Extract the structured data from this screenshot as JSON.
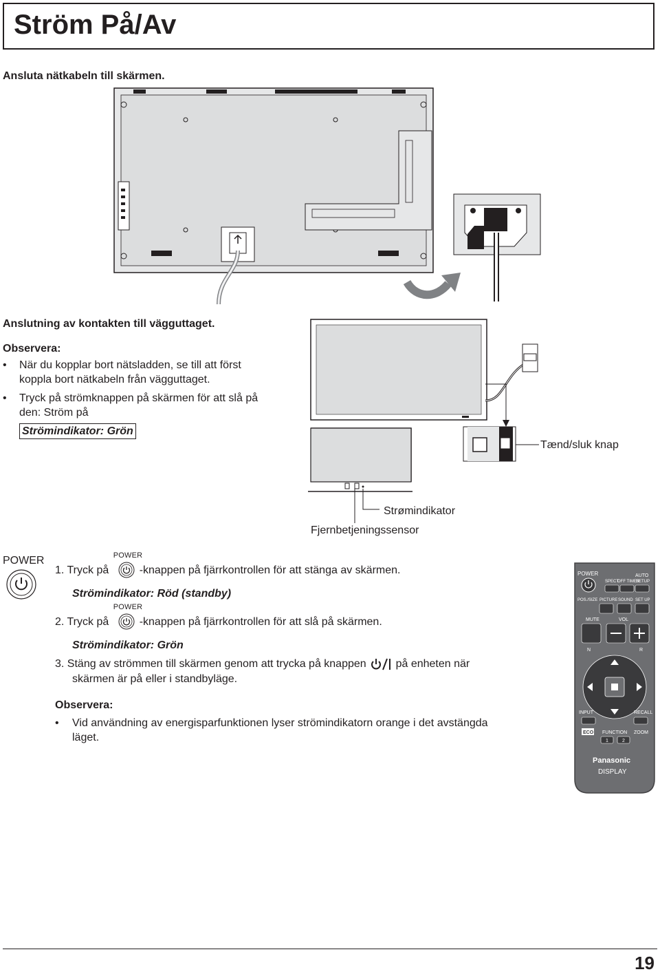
{
  "page": {
    "title": "Ström På/Av",
    "page_number": "19"
  },
  "section1": {
    "heading": "Ansluta nätkabeln till skärmen."
  },
  "section2": {
    "heading": "Anslutning av kontakten till vägguttaget.",
    "note_heading": "Observera:",
    "bullets": [
      {
        "line1": "När du kopplar bort nätsladden, se till att först",
        "line2": "koppla bort nätkabeln från vägguttaget."
      },
      {
        "line1": "Tryck på strömknappen på skärmen för att slå på",
        "line2": "den: Ström på"
      }
    ],
    "indicator_box": "Strömindikator: Grön",
    "diagram_labels": {
      "power_switch": "Tænd/sluk knap",
      "power_indicator": "Strømindikator",
      "remote_sensor": "Fjernbetjeningssensor"
    }
  },
  "section3": {
    "power_icon_label": "POWER",
    "steps": [
      {
        "num": "1.",
        "pre": "Tryck på",
        "button_caption": "POWER",
        "post": "-knappen på fjärrkontrollen för att stänga av skärmen.",
        "indicator": "Strömindikator: Röd (standby)"
      },
      {
        "num": "2.",
        "pre": "Tryck på",
        "button_caption": "POWER",
        "post": "-knappen på fjärrkontrollen för att slå på skärmen.",
        "indicator": "Strömindikator: Grön"
      },
      {
        "num": "3.",
        "pre": "Stäng av strömmen till skärmen genom att trycka på knappen",
        "post": "på enheten när",
        "line2": "skärmen är på eller i standbyläge."
      }
    ],
    "note_heading": "Observera:",
    "note_line1": "Vid användning av energisparfunktionen lyser strömindikatorn orange i det avstängda",
    "note_line2": "läget."
  },
  "remote": {
    "power": "POWER",
    "auto": "AUTO",
    "aspect": "SPECT",
    "off_timer": "OFF TIMER",
    "setup": "SETUP",
    "pos_size": "POS./SIZE",
    "picture": "PICTURE",
    "sound": "SOUND",
    "set_up": "SET UP",
    "mute": "MUTE",
    "vol": "VOL",
    "n": "N",
    "r": "R",
    "input": "INPUT",
    "recall": "RECALL",
    "eco": "ECO",
    "function": "FUNCTION",
    "zoom": "ZOOM",
    "f1": "1",
    "f2": "2",
    "brand": "Panasonic",
    "display": "DISPLAY"
  },
  "colors": {
    "text": "#231f20",
    "remote_body": "#6d6e71",
    "remote_button": "#3a3a3c",
    "arrow_grey": "#808285"
  }
}
